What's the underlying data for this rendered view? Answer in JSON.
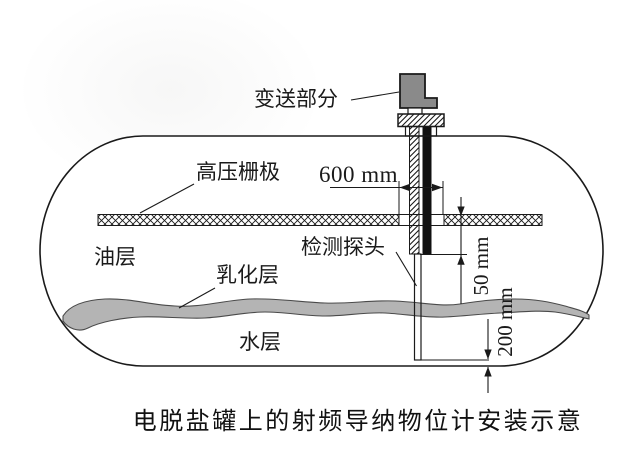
{
  "figure": {
    "caption": "电脱盐罐上的射频导纳物位计安装示意",
    "labels": {
      "transmitter": "变送部分",
      "high_voltage_grid": "高压栅极",
      "oil_layer": "油层",
      "emulsion_layer": "乳化层",
      "water_layer": "水层",
      "probe": "检测探头"
    },
    "dimensions": {
      "grid_gap_width": "600 mm",
      "probe_to_grid": "50 mm",
      "probe_to_tank_bottom": "200 mm"
    },
    "colors": {
      "ink": "#1a1a1a",
      "transmitter_fill": "#8a8a8a",
      "emulsion_fill": "#b4b4b4",
      "background": "#ffffff"
    }
  }
}
